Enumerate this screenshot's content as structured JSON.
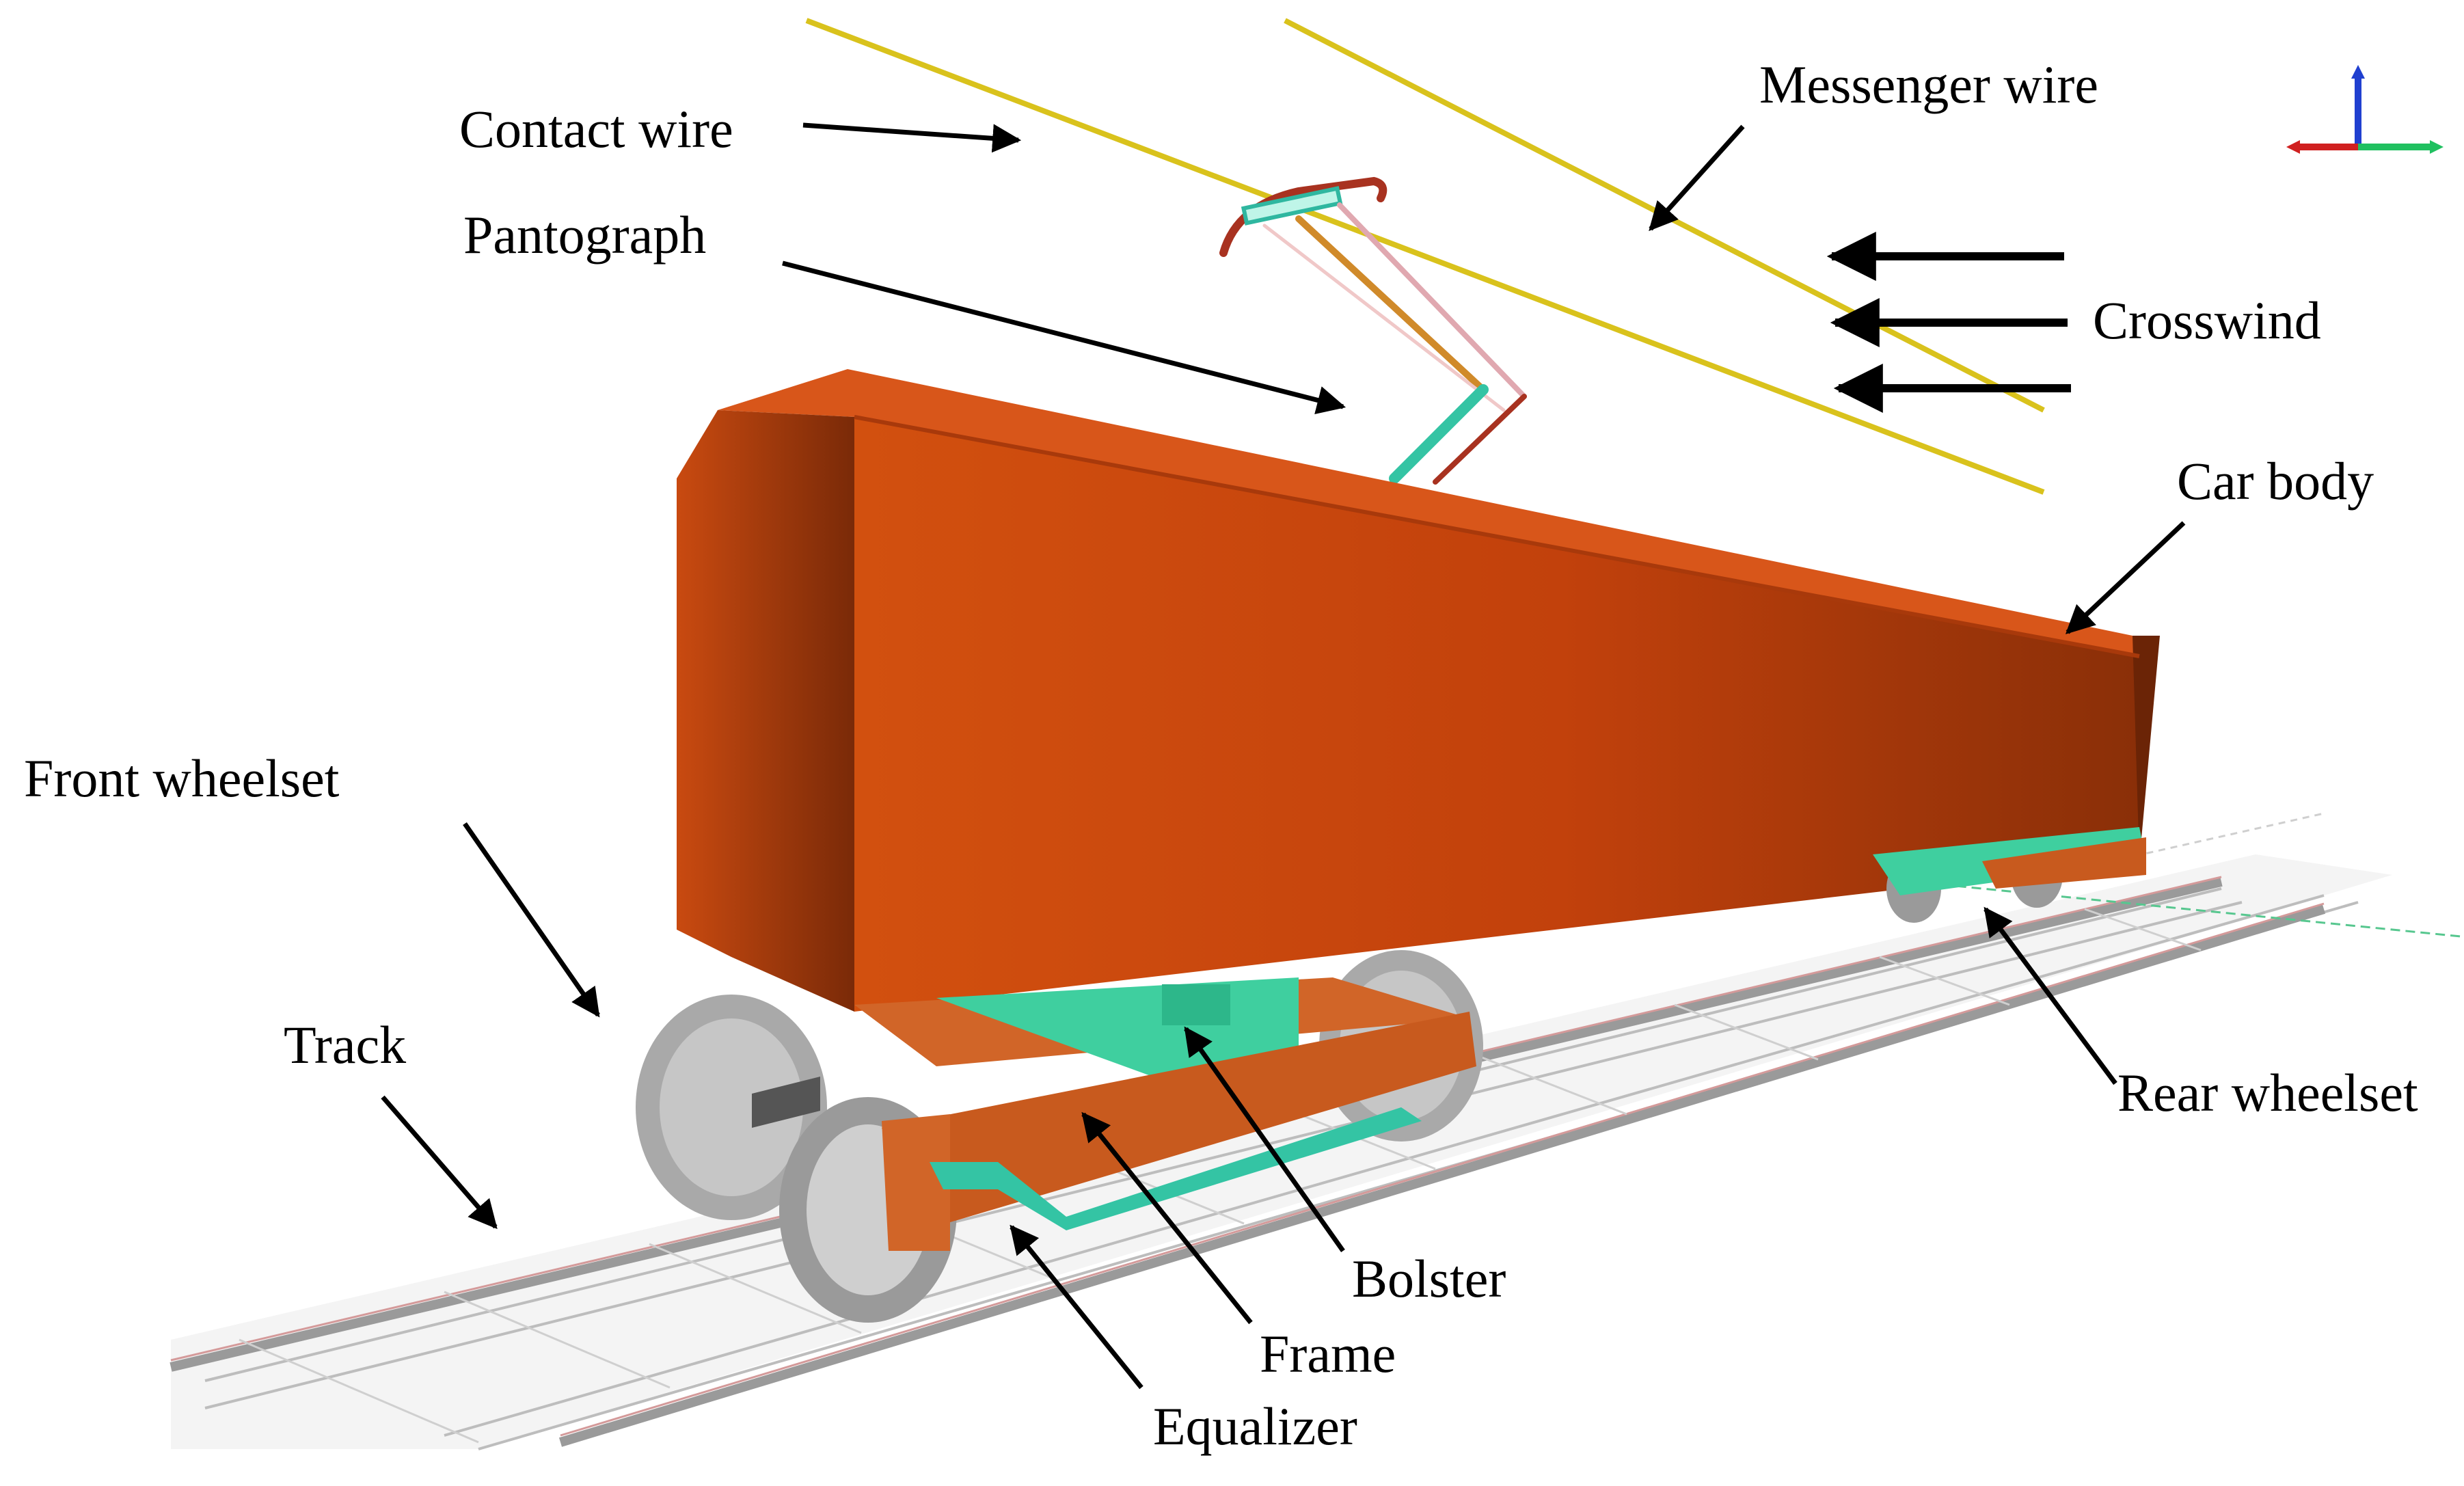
{
  "labels": {
    "contact_wire": "Contact wire",
    "messenger_wire": "Messenger wire",
    "pantograph": "Pantograph",
    "crosswind": "Crosswind",
    "car_body": "Car body",
    "front_wheelset": "Front wheelset",
    "track": "Track",
    "rear_wheelset": "Rear wheelset",
    "bolster": "Bolster",
    "frame": "Frame",
    "equalizer": "Equalizer"
  },
  "colors": {
    "car_body": "#c2410c",
    "car_body_dark": "#7a2a08",
    "bogie_green": "#3fcf9f",
    "bogie_orange": "#c85a1e",
    "wheel_gray": "#a7a7a7",
    "wire_yellow": "#d9c21c",
    "track_gray": "#d6d6d6"
  },
  "icons": {
    "axis_triad": "xyz-axes-icon"
  }
}
